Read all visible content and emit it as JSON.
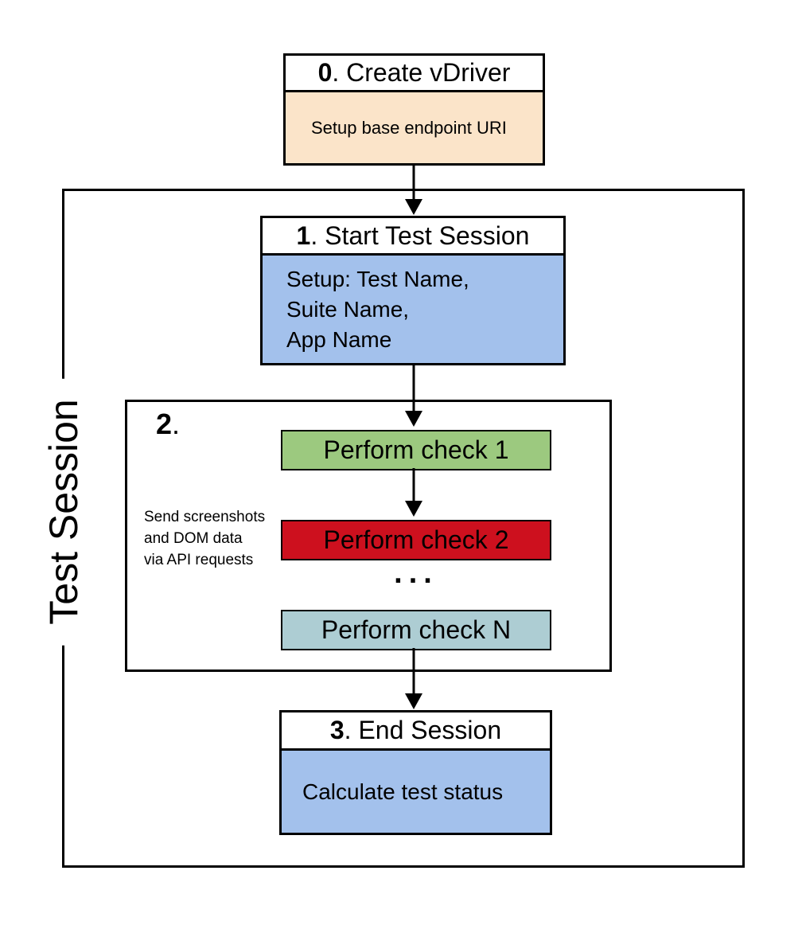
{
  "session": {
    "label": "Test Session"
  },
  "steps": {
    "create_vdriver": {
      "number": "0",
      "title": ". Create vDriver",
      "body": "Setup base endpoint URI",
      "body_color": "#fbe4c9"
    },
    "start_test_session": {
      "number": "1",
      "title": ". Start Test Session",
      "body": "Setup: Test Name,\nSuite Name,\nApp Name",
      "body_color": "#a3c1ec"
    },
    "perform_checks": {
      "number": "2",
      "suffix": ".",
      "side_note": "Send screenshots\nand DOM data\nvia API requests",
      "ellipsis": "...",
      "checks": [
        {
          "label": "Perform check 1",
          "color": "#9cc97f"
        },
        {
          "label": "Perform check 2",
          "color": "#cd101e"
        },
        {
          "label": "Perform check N",
          "color": "#adcdd3"
        }
      ]
    },
    "end_session": {
      "number": "3",
      "title": ". End Session",
      "body": "Calculate test status",
      "body_color": "#a3c1ec"
    }
  },
  "colors": {
    "border": "#000000",
    "text": "#000000",
    "background": "#ffffff"
  }
}
